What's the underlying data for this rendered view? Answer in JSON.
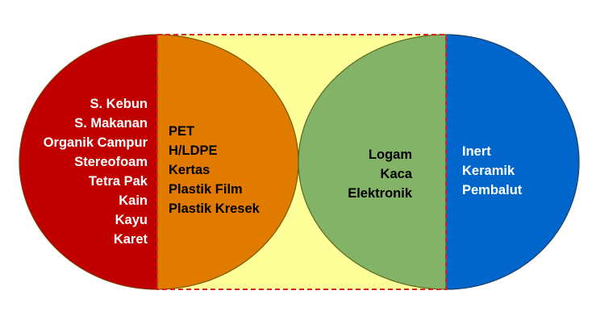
{
  "colors": {
    "red": "#c00000",
    "orange": "#e07b00",
    "yellow": "#ffff99",
    "green": "#82b366",
    "blue": "#0066cc",
    "dashed_border": "#e02020"
  },
  "regions": {
    "red": {
      "items": [
        "S. Kebun",
        "S. Makanan",
        "Organik Campur",
        "Stereofoam",
        "Tetra Pak",
        "Kain",
        "Kayu",
        "Karet"
      ]
    },
    "orange": {
      "items": [
        "PET",
        "H/LDPE",
        "Kertas",
        "Plastik Film",
        "Plastik Kresek"
      ]
    },
    "green": {
      "items": [
        "Logam",
        "Kaca",
        "Elektronik"
      ]
    },
    "blue": {
      "items": [
        "Inert",
        "Keramik",
        "Pembalut"
      ]
    }
  }
}
